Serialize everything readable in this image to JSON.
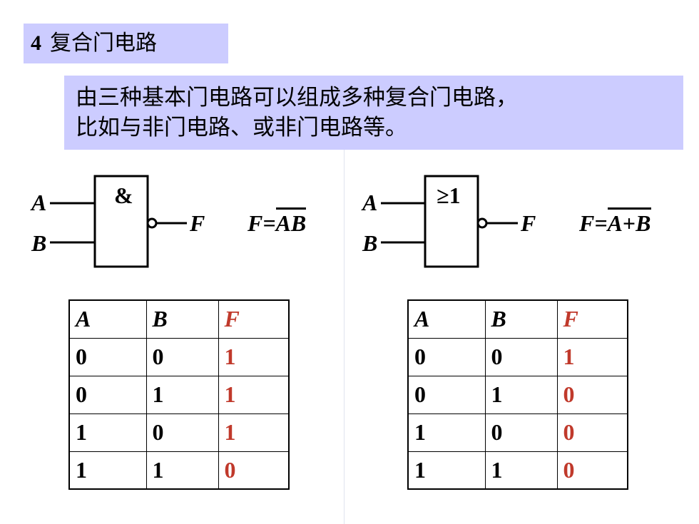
{
  "heading": {
    "number": "4",
    "title": "复合门电路"
  },
  "intro": {
    "line1": "由三种基本门电路可以组成多种复合门电路，",
    "line2": "比如与非门电路、或非门电路等。"
  },
  "nand": {
    "input_a": "A",
    "input_b": "B",
    "symbol": "&",
    "output": "F",
    "formula": {
      "lhs": "F=",
      "term1": "A",
      "term2": "B"
    },
    "truth_table": {
      "headers": [
        "A",
        "B",
        "F"
      ],
      "rows": [
        [
          "0",
          "0",
          "1"
        ],
        [
          "0",
          "1",
          "1"
        ],
        [
          "1",
          "0",
          "1"
        ],
        [
          "1",
          "1",
          "0"
        ]
      ]
    }
  },
  "nor": {
    "input_a": "A",
    "input_b": "B",
    "symbol": "≥1",
    "output": "F",
    "formula": {
      "lhs": "F=",
      "term1": "A",
      "op": "+",
      "term2": "B"
    },
    "truth_table": {
      "headers": [
        "A",
        "B",
        "F"
      ],
      "rows": [
        [
          "0",
          "0",
          "1"
        ],
        [
          "0",
          "1",
          "0"
        ],
        [
          "1",
          "0",
          "0"
        ],
        [
          "1",
          "1",
          "0"
        ]
      ]
    }
  },
  "colors": {
    "highlight_bg": "#ccccff",
    "output_red": "#c0392b"
  }
}
